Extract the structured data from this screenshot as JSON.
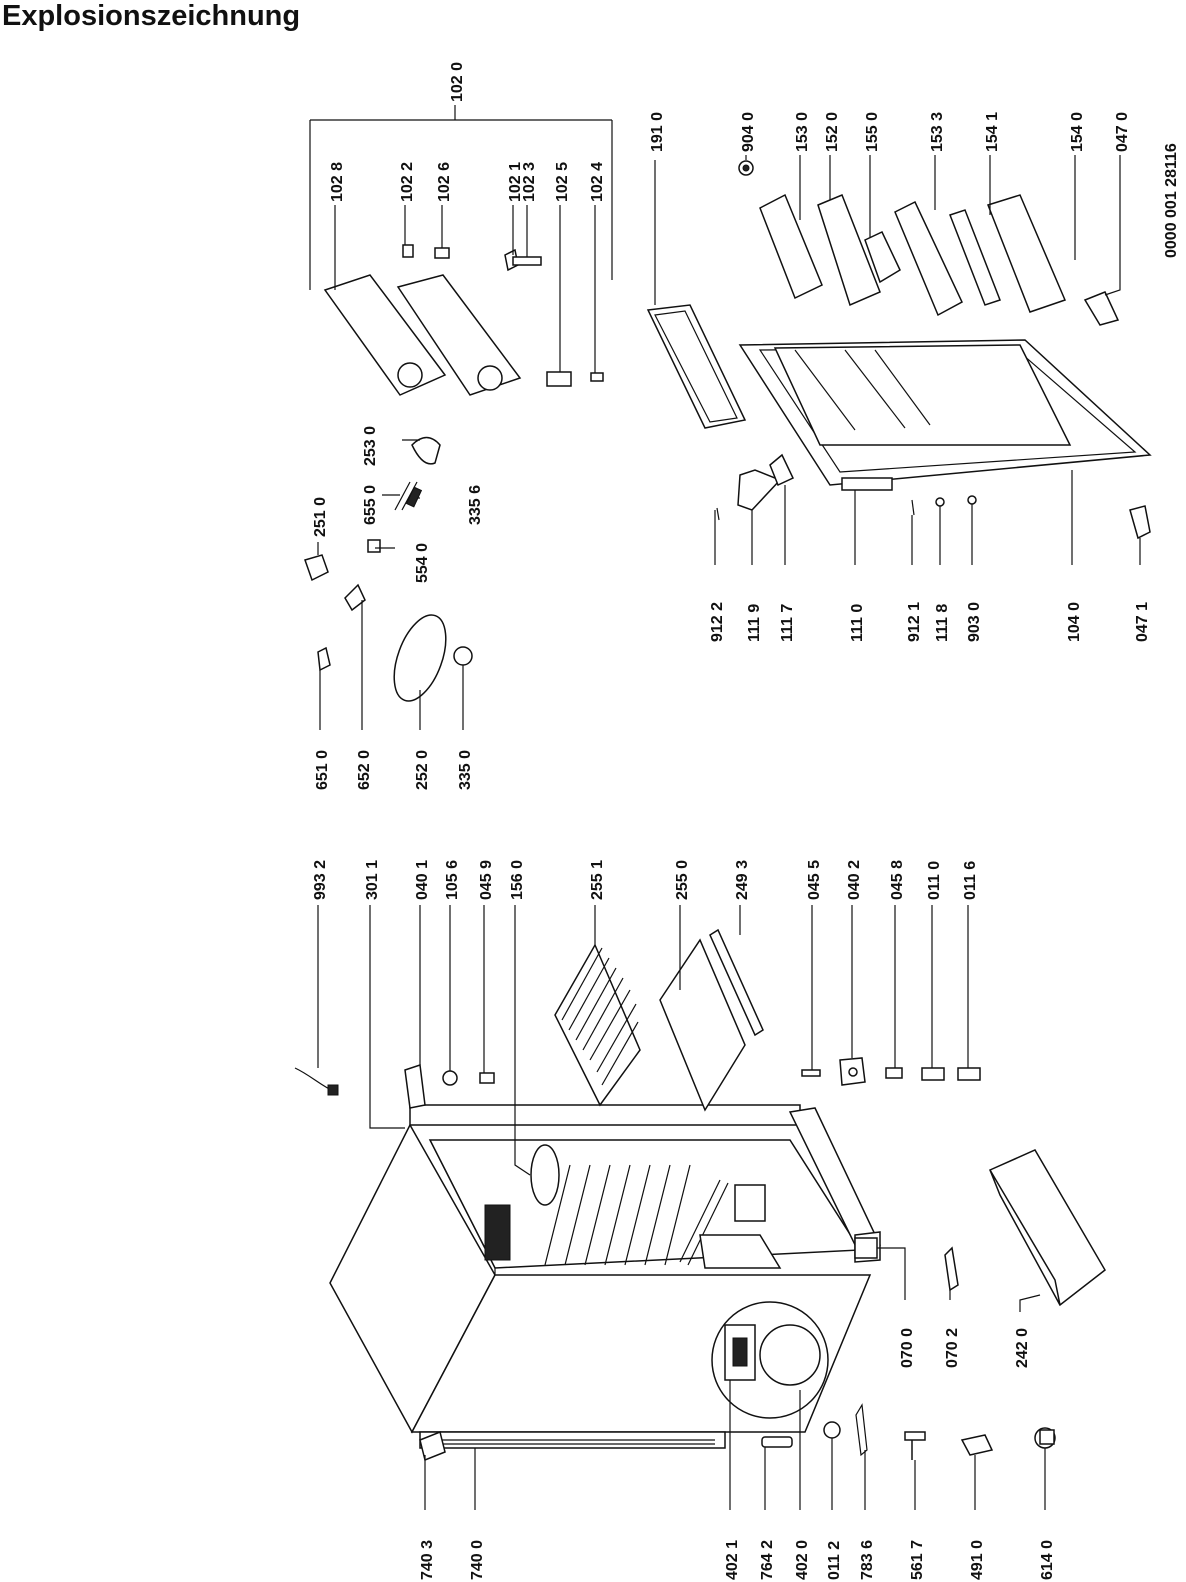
{
  "title": "Explosionszeichnung",
  "doc_number": "0000 001 28116",
  "group_label": "102 0",
  "labels": {
    "l7403": "740 3",
    "l7400": "740 0",
    "l4021": "402 1",
    "l7642": "764 2",
    "l4020": "402 0",
    "l0112": "011 2",
    "l7836": "783 6",
    "l5617": "561 7",
    "l4910": "491 0",
    "l6140": "614 0",
    "l9932": "993 2",
    "l3011": "301 1",
    "l0401": "040 1",
    "l1056": "105 6",
    "l0459": "045 9",
    "l1560": "156 0",
    "l2551": "255 1",
    "l2550": "255 0",
    "l2493": "249 3",
    "l0455": "045 5",
    "l0402": "040 2",
    "l0458": "045 8",
    "l0110": "011 0",
    "l0116": "011 6",
    "l0700": "070 0",
    "l0702": "070 2",
    "l2420": "242 0",
    "l6510": "651 0",
    "l6520": "652 0",
    "l2520": "252 0",
    "l3350": "335 0",
    "l2510": "251 0",
    "l5540": "554 0",
    "l6550": "655 0",
    "l3356": "335 6",
    "l2530": "253 0",
    "l1028": "102 8",
    "l1022": "102 2",
    "l1026": "102 6",
    "l1021": "102 1",
    "l1023": "102 3",
    "l1025": "102 5",
    "l1024": "102 4",
    "l9122": "912 2",
    "l1119": "111 9",
    "l1117": "111 7",
    "l1110": "111 0",
    "l9121": "912 1",
    "l1118": "111 8",
    "l9030": "903 0",
    "l1040": "104 0",
    "l0471": "047 1",
    "l1910": "191 0",
    "l9040": "904 0",
    "l1530": "153 0",
    "l1520": "152 0",
    "l1550": "155 0",
    "l1533": "153 3",
    "l1541": "154 1",
    "l1540": "154 0",
    "l0470": "047 0"
  }
}
